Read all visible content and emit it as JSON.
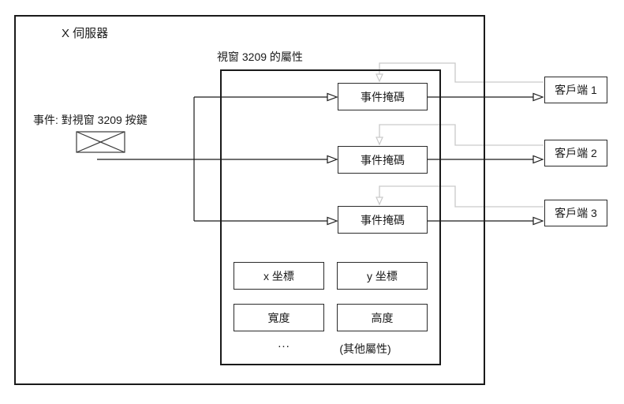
{
  "server": {
    "title": "X 伺服器"
  },
  "window_properties": {
    "label": "視窗 3209 的屬性",
    "event_masks": [
      "事件掩碼",
      "事件掩碼",
      "事件掩碼"
    ],
    "attributes": [
      "x 坐標",
      "y 坐標",
      "寬度",
      "高度"
    ],
    "ellipsis": "...",
    "other_label": "(其他屬性)"
  },
  "event": {
    "label": "事件: 對視窗 3209 按鍵",
    "icon": "envelope-icon"
  },
  "clients": [
    "客戶端 1",
    "客戶端 2",
    "客戶端 3"
  ],
  "colors": {
    "line": "#1a1a1a",
    "feedback_line": "#c9c9c9",
    "box_border": "#2b2b2b",
    "background": "#ffffff"
  }
}
